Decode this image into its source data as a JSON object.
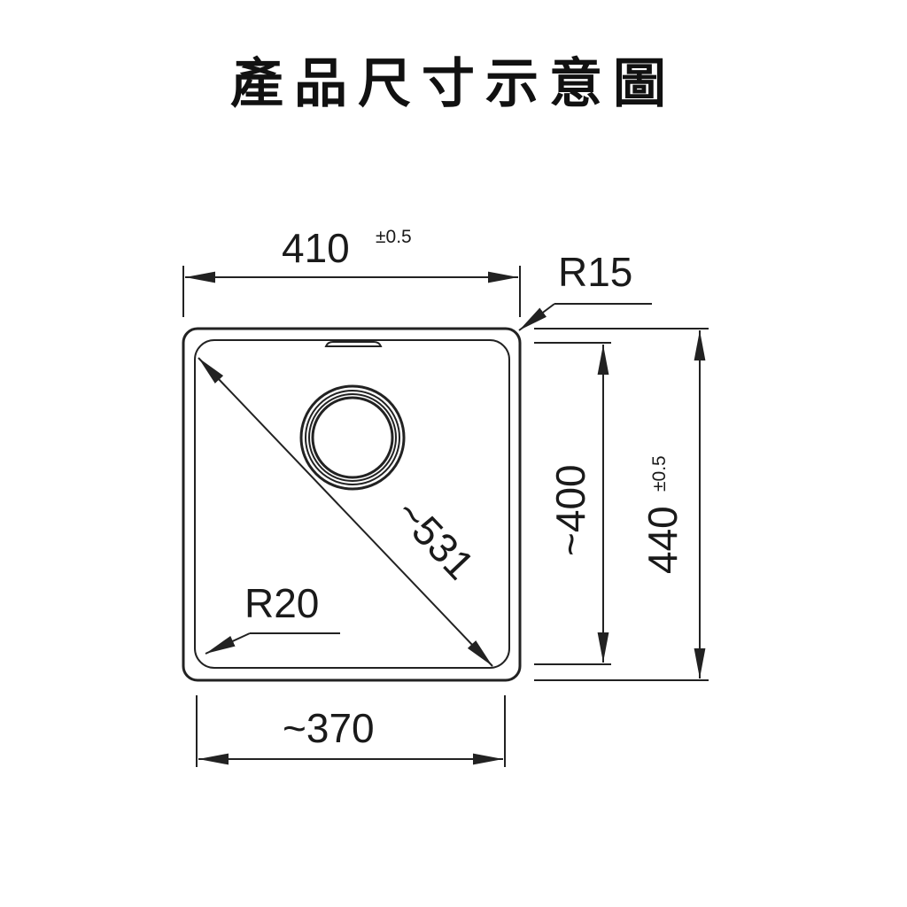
{
  "title": "產品尺寸示意圖",
  "dimensions": {
    "outer_width": "410",
    "outer_width_tol": "±0.5",
    "outer_height": "440",
    "outer_height_tol": "±0.5",
    "inner_width": "~370",
    "inner_height": "~400",
    "diagonal": "~531",
    "outer_radius": "R15",
    "inner_radius": "R20"
  }
}
